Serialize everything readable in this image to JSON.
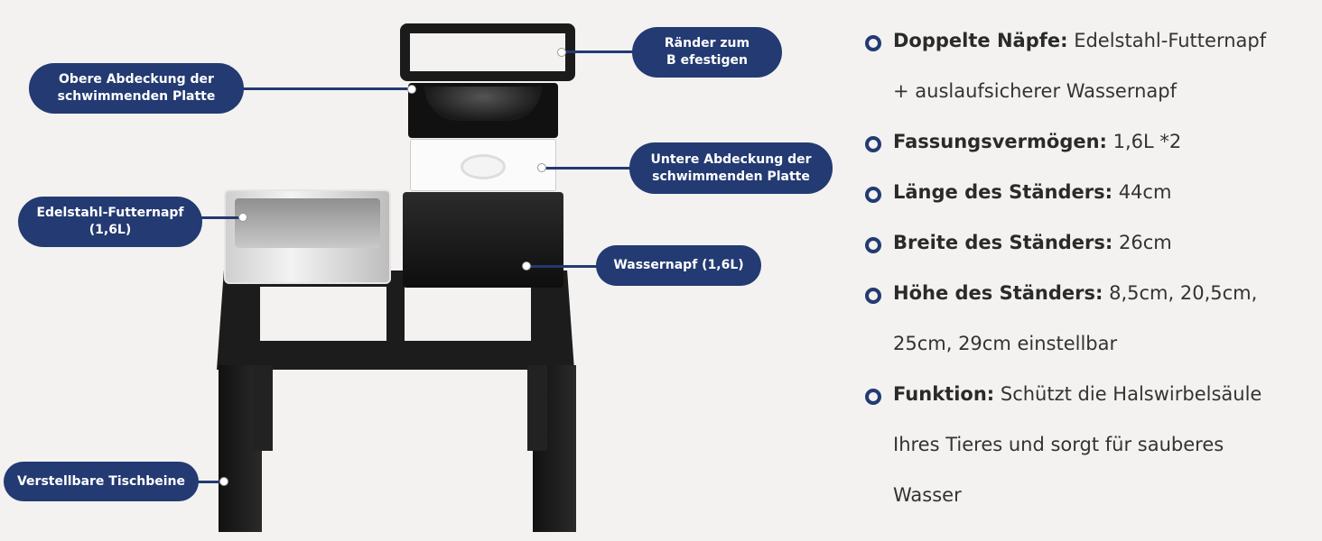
{
  "callouts": {
    "top_cover": "Obere Abdeckung der schwimmenden Platte",
    "edges": "Ränder zum B efestigen",
    "lower_cover": "Untere Abdeckung der schwimmenden Platte",
    "steel_bowl": "Edelstahl-Futternapf (1,6L)",
    "water_bowl": "Wassernapf (1,6L)",
    "legs": "Verstellbare Tischbeine"
  },
  "specs": [
    {
      "label": "Doppelte Näpfe:",
      "value": "Edelstahl-Futternapf",
      "cont": "+ auslaufsicherer Wassernapf"
    },
    {
      "label": "Fassungsvermögen:",
      "value": "1,6L *2"
    },
    {
      "label": "Länge des Ständers:",
      "value": "44cm"
    },
    {
      "label": "Breite des Ständers:",
      "value": "26cm"
    },
    {
      "label": "Höhe des Ständers:",
      "value": "8,5cm, 20,5cm,",
      "cont": "25cm, 29cm einstellbar"
    },
    {
      "label": "Funktion:",
      "value": "Schützt die Halswirbelsäule",
      "cont": "Ihres Tieres und sorgt für sauberes",
      "cont2": "Wasser"
    }
  ],
  "colors": {
    "accent": "#233a72",
    "background": "#f3f2f0"
  }
}
